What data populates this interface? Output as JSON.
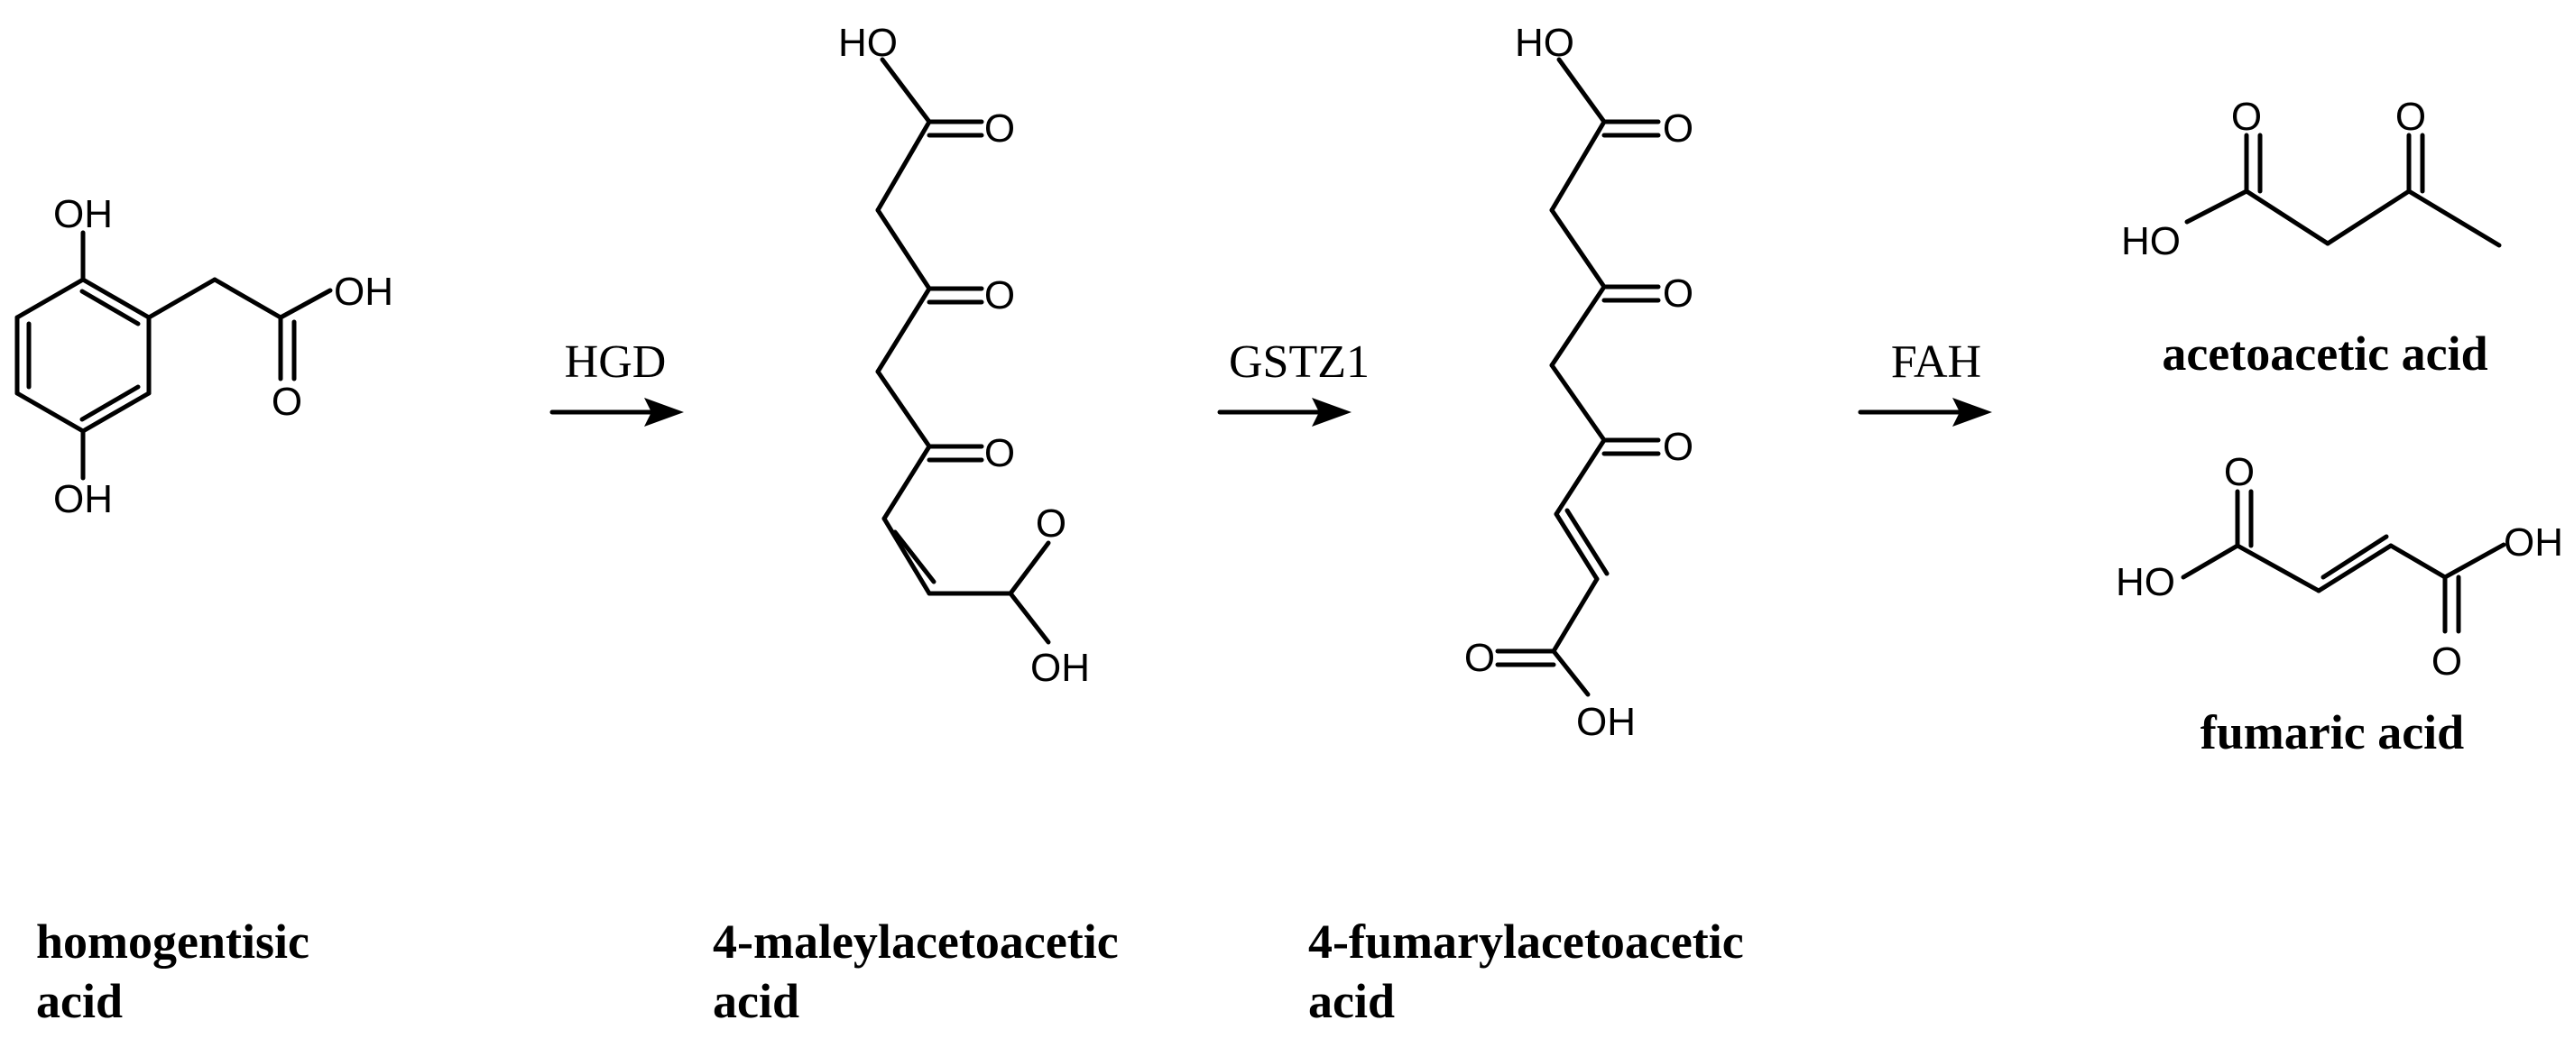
{
  "enzymes": [
    "HGD",
    "GSTZ1",
    "FAH"
  ],
  "compounds": {
    "homogentisic": {
      "name_line1": "homogentisic",
      "name_line2": "acid"
    },
    "maleylacetoacetic": {
      "name_line1": "4-maleylacetoacetic",
      "name_line2": "acid"
    },
    "fumarylacetoacetic": {
      "name_line1": "4-fumarylacetoacetic",
      "name_line2": "acid"
    },
    "acetoacetic": {
      "name": "acetoacetic acid"
    },
    "fumaric": {
      "name": "fumaric acid"
    }
  },
  "atoms": {
    "oh": "OH",
    "ho": "HO",
    "o": "O"
  }
}
